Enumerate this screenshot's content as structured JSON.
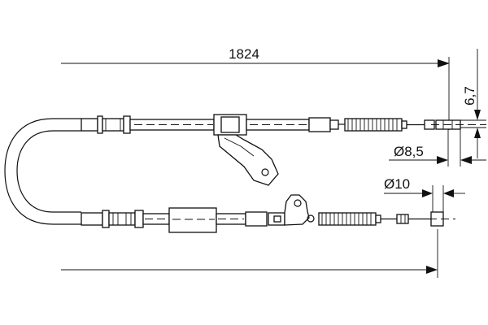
{
  "drawing": {
    "dimensions": {
      "overall_length": "1824",
      "end_thickness": "6,7",
      "upper_end_diameter": "Ø8,5",
      "lower_end_diameter": "Ø10"
    },
    "line_color": "#111111",
    "background_color": "#ffffff"
  }
}
